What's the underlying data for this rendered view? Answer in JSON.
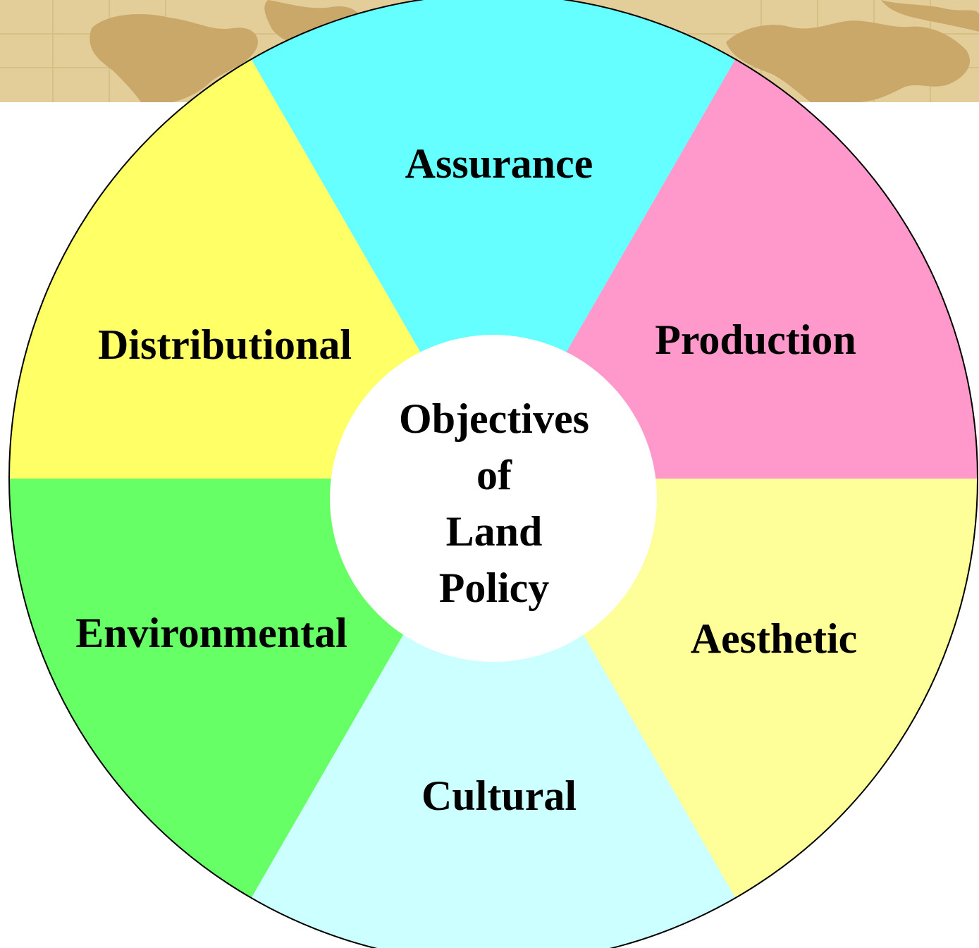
{
  "diagram": {
    "center": {
      "lines": [
        "Objectives",
        "of",
        "Land",
        "Policy"
      ],
      "color": "#ffffff"
    },
    "segments": [
      {
        "id": "assurance",
        "label": "Assurance",
        "color": "#66ffff"
      },
      {
        "id": "production",
        "label": "Production",
        "color": "#ff99cc"
      },
      {
        "id": "aesthetic",
        "label": "Aesthetic",
        "color": "#ffff99"
      },
      {
        "id": "cultural",
        "label": "Cultural",
        "color": "#ccffff"
      },
      {
        "id": "environmental",
        "label": "Environmental",
        "color": "#66ff66"
      },
      {
        "id": "distributional",
        "label": "Distributional",
        "color": "#ffff66"
      }
    ],
    "outline_color": "#000000"
  },
  "banner": {
    "colors": {
      "base": "#e3cd98",
      "land": "#c9a86a",
      "grid": "#d7bf88"
    }
  }
}
